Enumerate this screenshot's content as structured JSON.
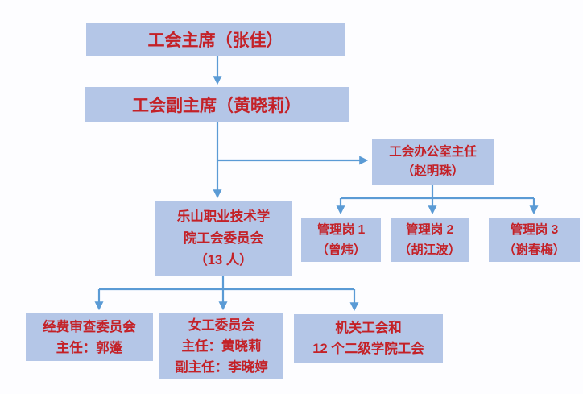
{
  "colors": {
    "node_fill": "#b4c6e7",
    "node_text": "#c42127",
    "connector": "#5b9bd5",
    "canvas": "#fdfdff"
  },
  "nodes": {
    "chairman": {
      "lines": [
        "工会主席（张佳）"
      ]
    },
    "vice_chairman": {
      "lines": [
        "工会副主席（黄晓莉）"
      ]
    },
    "office_director": {
      "lines": [
        "工会办公室主任",
        "（赵明珠）"
      ]
    },
    "committee": {
      "lines": [
        "乐山职业技术学",
        "院工会委员会",
        "（13 人）"
      ]
    },
    "admin_post_1": {
      "lines": [
        "管理岗 1",
        "（曾炜）"
      ]
    },
    "admin_post_2": {
      "lines": [
        "管理岗 2",
        "（胡江波）"
      ]
    },
    "admin_post_3": {
      "lines": [
        "管理岗 3",
        "（谢春梅）"
      ]
    },
    "funds_review_committee": {
      "lines": [
        "经费审查委员会",
        "主任：郭蓬"
      ]
    },
    "women_workers_committee": {
      "lines": [
        "女工委员会",
        "主任：黄晓莉",
        "副主任：李晓婷"
      ]
    },
    "branch_unions": {
      "lines": [
        "机关工会和",
        "12 个二级学院工会"
      ]
    }
  },
  "edges": [
    {
      "from": "chairman",
      "to": "vice_chairman"
    },
    {
      "from": "vice_chairman",
      "to": "office_director"
    },
    {
      "from": "vice_chairman",
      "to": "committee"
    },
    {
      "from": "office_director",
      "to": "admin_post_1"
    },
    {
      "from": "office_director",
      "to": "admin_post_2"
    },
    {
      "from": "office_director",
      "to": "admin_post_3"
    },
    {
      "from": "committee",
      "to": "funds_review_committee"
    },
    {
      "from": "committee",
      "to": "women_workers_committee"
    },
    {
      "from": "committee",
      "to": "branch_unions"
    }
  ]
}
